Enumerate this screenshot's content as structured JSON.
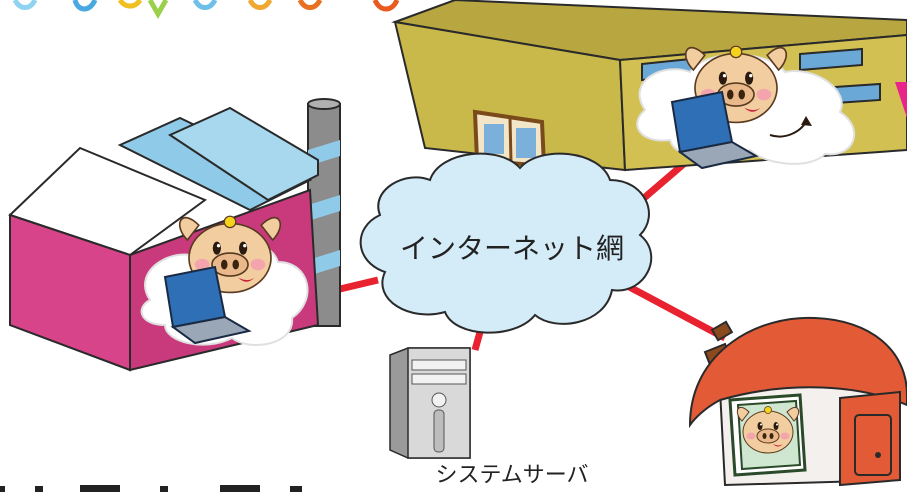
{
  "diagram": {
    "cloud_label": "インターネット網",
    "server_label": "システムサーバ"
  },
  "nodes": [
    {
      "id": "factory",
      "icon": "factory-building-icon"
    },
    {
      "id": "office",
      "icon": "office-building-icon"
    },
    {
      "id": "home",
      "icon": "house-icon"
    },
    {
      "id": "server",
      "icon": "server-tower-icon"
    },
    {
      "id": "cloud",
      "icon": "internet-cloud-icon"
    }
  ],
  "colors": {
    "link": "#e8232f",
    "cloud_fill": "#d4ecf8",
    "cloud_stroke": "#2a2a2a",
    "factory_pink": "#d8448a",
    "factory_roof_blue": "#8fcbe8",
    "office_olive": "#c9b84a",
    "office_window": "#6aa8d8",
    "house_roof": "#e35b36",
    "house_wall": "#f3f0ee",
    "laptop_blue": "#2f6fb5",
    "pig_skin": "#f2cda0"
  }
}
